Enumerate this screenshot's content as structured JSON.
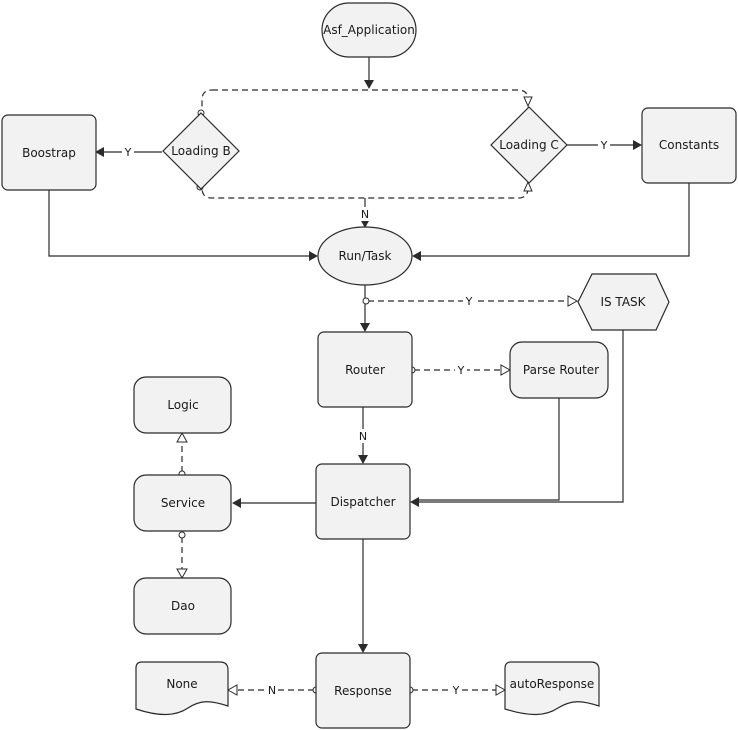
{
  "nodes": {
    "asf_application": "Asf_Application",
    "loading_b": "Loading B",
    "loading_c": "Loading C",
    "boostrap": "Boostrap",
    "constants": "Constants",
    "run_task": "Run/Task",
    "is_task": "IS TASK",
    "router": "Router",
    "parse_router": "Parse Router",
    "logic": "Logic",
    "service": "Service",
    "dispatcher": "Dispatcher",
    "dao": "Dao",
    "response": "Response",
    "none": "None",
    "auto_response": "autoResponse"
  },
  "edges": {
    "loading_b_to_boostrap": "Y",
    "loading_c_to_constants": "Y",
    "loading_to_run": "N",
    "run_to_is_task": "Y",
    "router_to_parse": "Y",
    "router_to_dispatcher": "N",
    "response_to_none": "N",
    "response_to_auto": "Y"
  }
}
